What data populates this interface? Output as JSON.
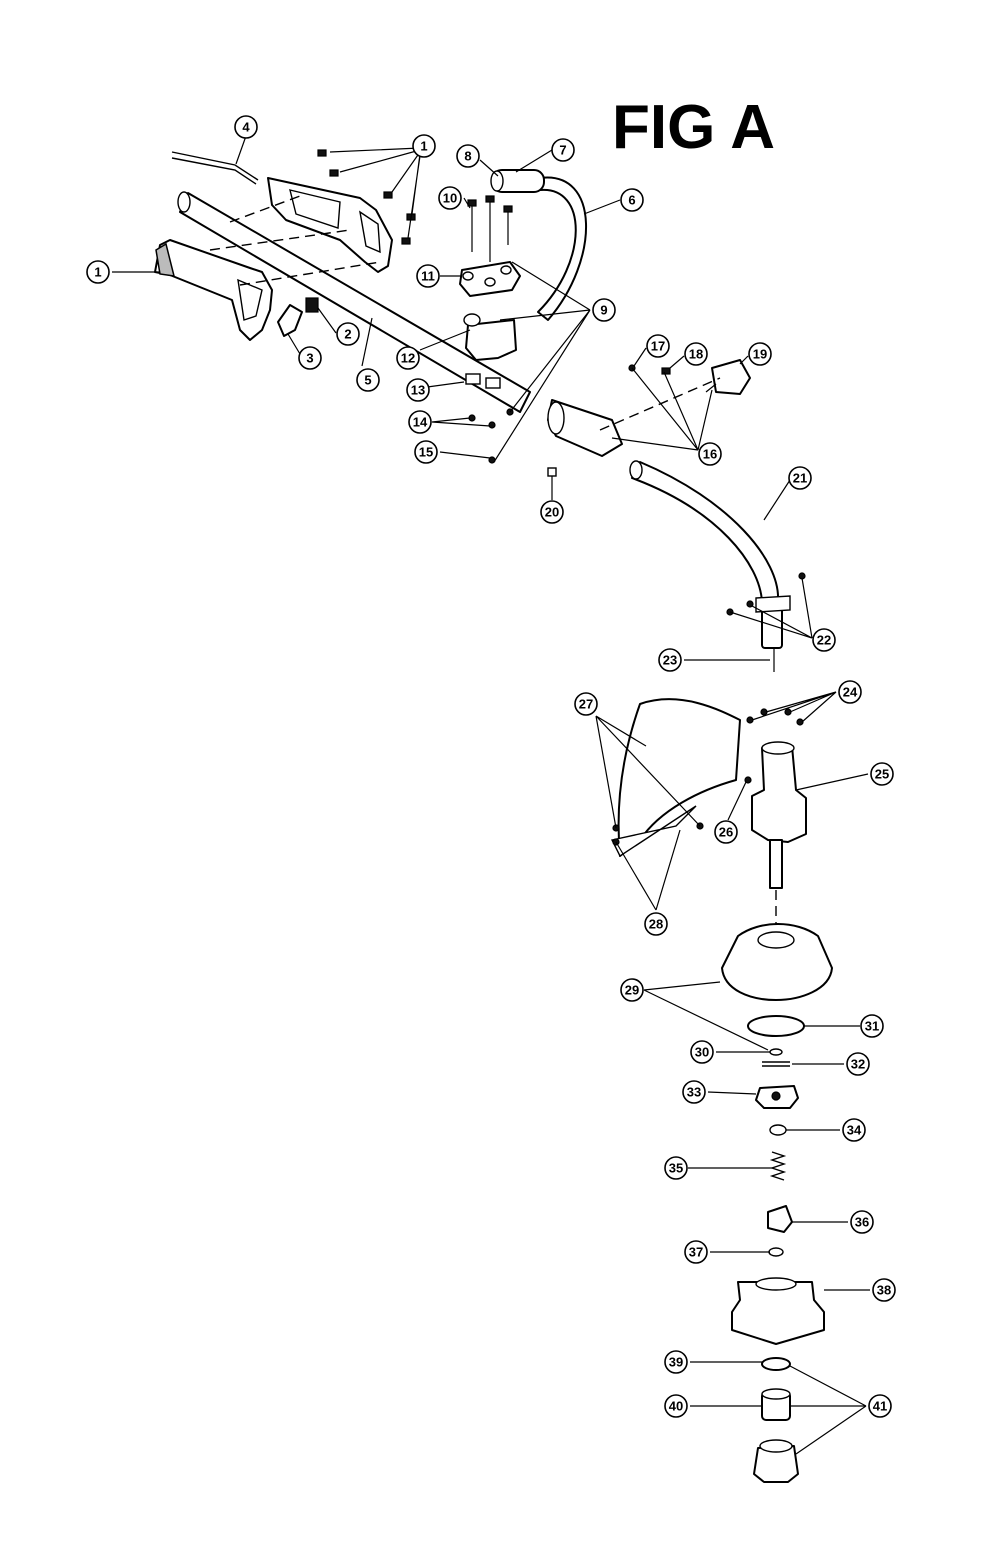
{
  "figure": {
    "title": "FIG A"
  },
  "callouts": [
    "1",
    "1",
    "2",
    "3",
    "4",
    "5",
    "6",
    "7",
    "8",
    "9",
    "10",
    "11",
    "12",
    "13",
    "14",
    "15",
    "16",
    "17",
    "18",
    "19",
    "20",
    "21",
    "22",
    "23",
    "24",
    "25",
    "26",
    "27",
    "28",
    "29",
    "30",
    "31",
    "32",
    "33",
    "34",
    "35",
    "36",
    "37",
    "38",
    "39",
    "40",
    "41"
  ]
}
